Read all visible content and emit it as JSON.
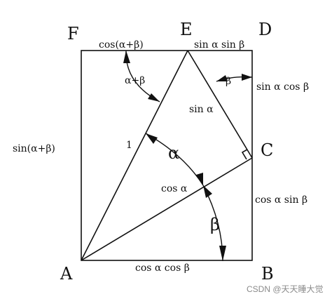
{
  "vertices": {
    "A": "A",
    "B": "B",
    "C": "C",
    "D": "D",
    "E": "E",
    "F": "F"
  },
  "labels": {
    "top_left": "cos(α+β)",
    "top_right": "sin α sin β",
    "left_side": "sin(α+β)",
    "right_upper": "sin α cos β",
    "right_lower": "cos α sin β",
    "bottom": "cos α cos β",
    "hypotenuse": "1",
    "ec_side": "sin α",
    "ac_side": "cos α",
    "angle_top_left": "α+β",
    "angle_top_right": "β"
  },
  "angles": {
    "alpha": "α",
    "beta": "β"
  },
  "watermark": "CSDN @天天睡大觉"
}
